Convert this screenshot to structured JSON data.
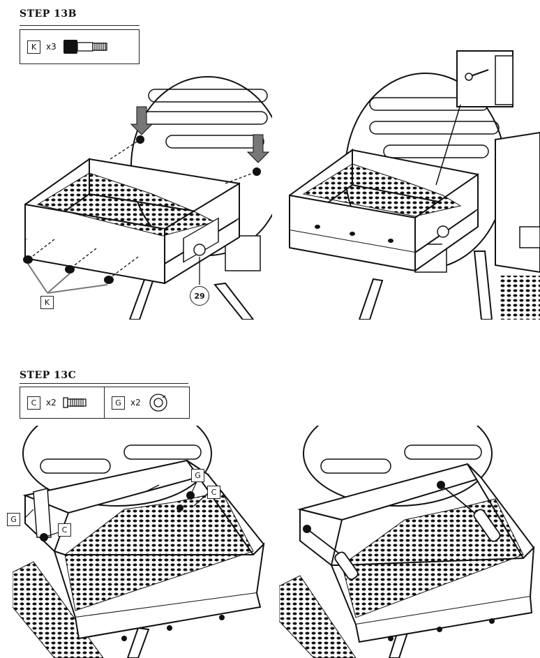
{
  "step_13b": {
    "title": "STEP 13B",
    "parts": [
      {
        "key": "K",
        "qty": "x3",
        "icon": "shoulder-bolt-icon"
      }
    ],
    "callouts": {
      "key_label": "K",
      "part_number": "29"
    }
  },
  "step_13c": {
    "title": "STEP 13C",
    "parts": [
      {
        "key": "C",
        "qty": "x2",
        "icon": "screw-icon"
      },
      {
        "key": "G",
        "qty": "x2",
        "icon": "lock-washer-icon"
      }
    ],
    "callouts": {
      "g_left": "G",
      "c_left": "C",
      "g_right": "G",
      "c_right": "C"
    }
  }
}
